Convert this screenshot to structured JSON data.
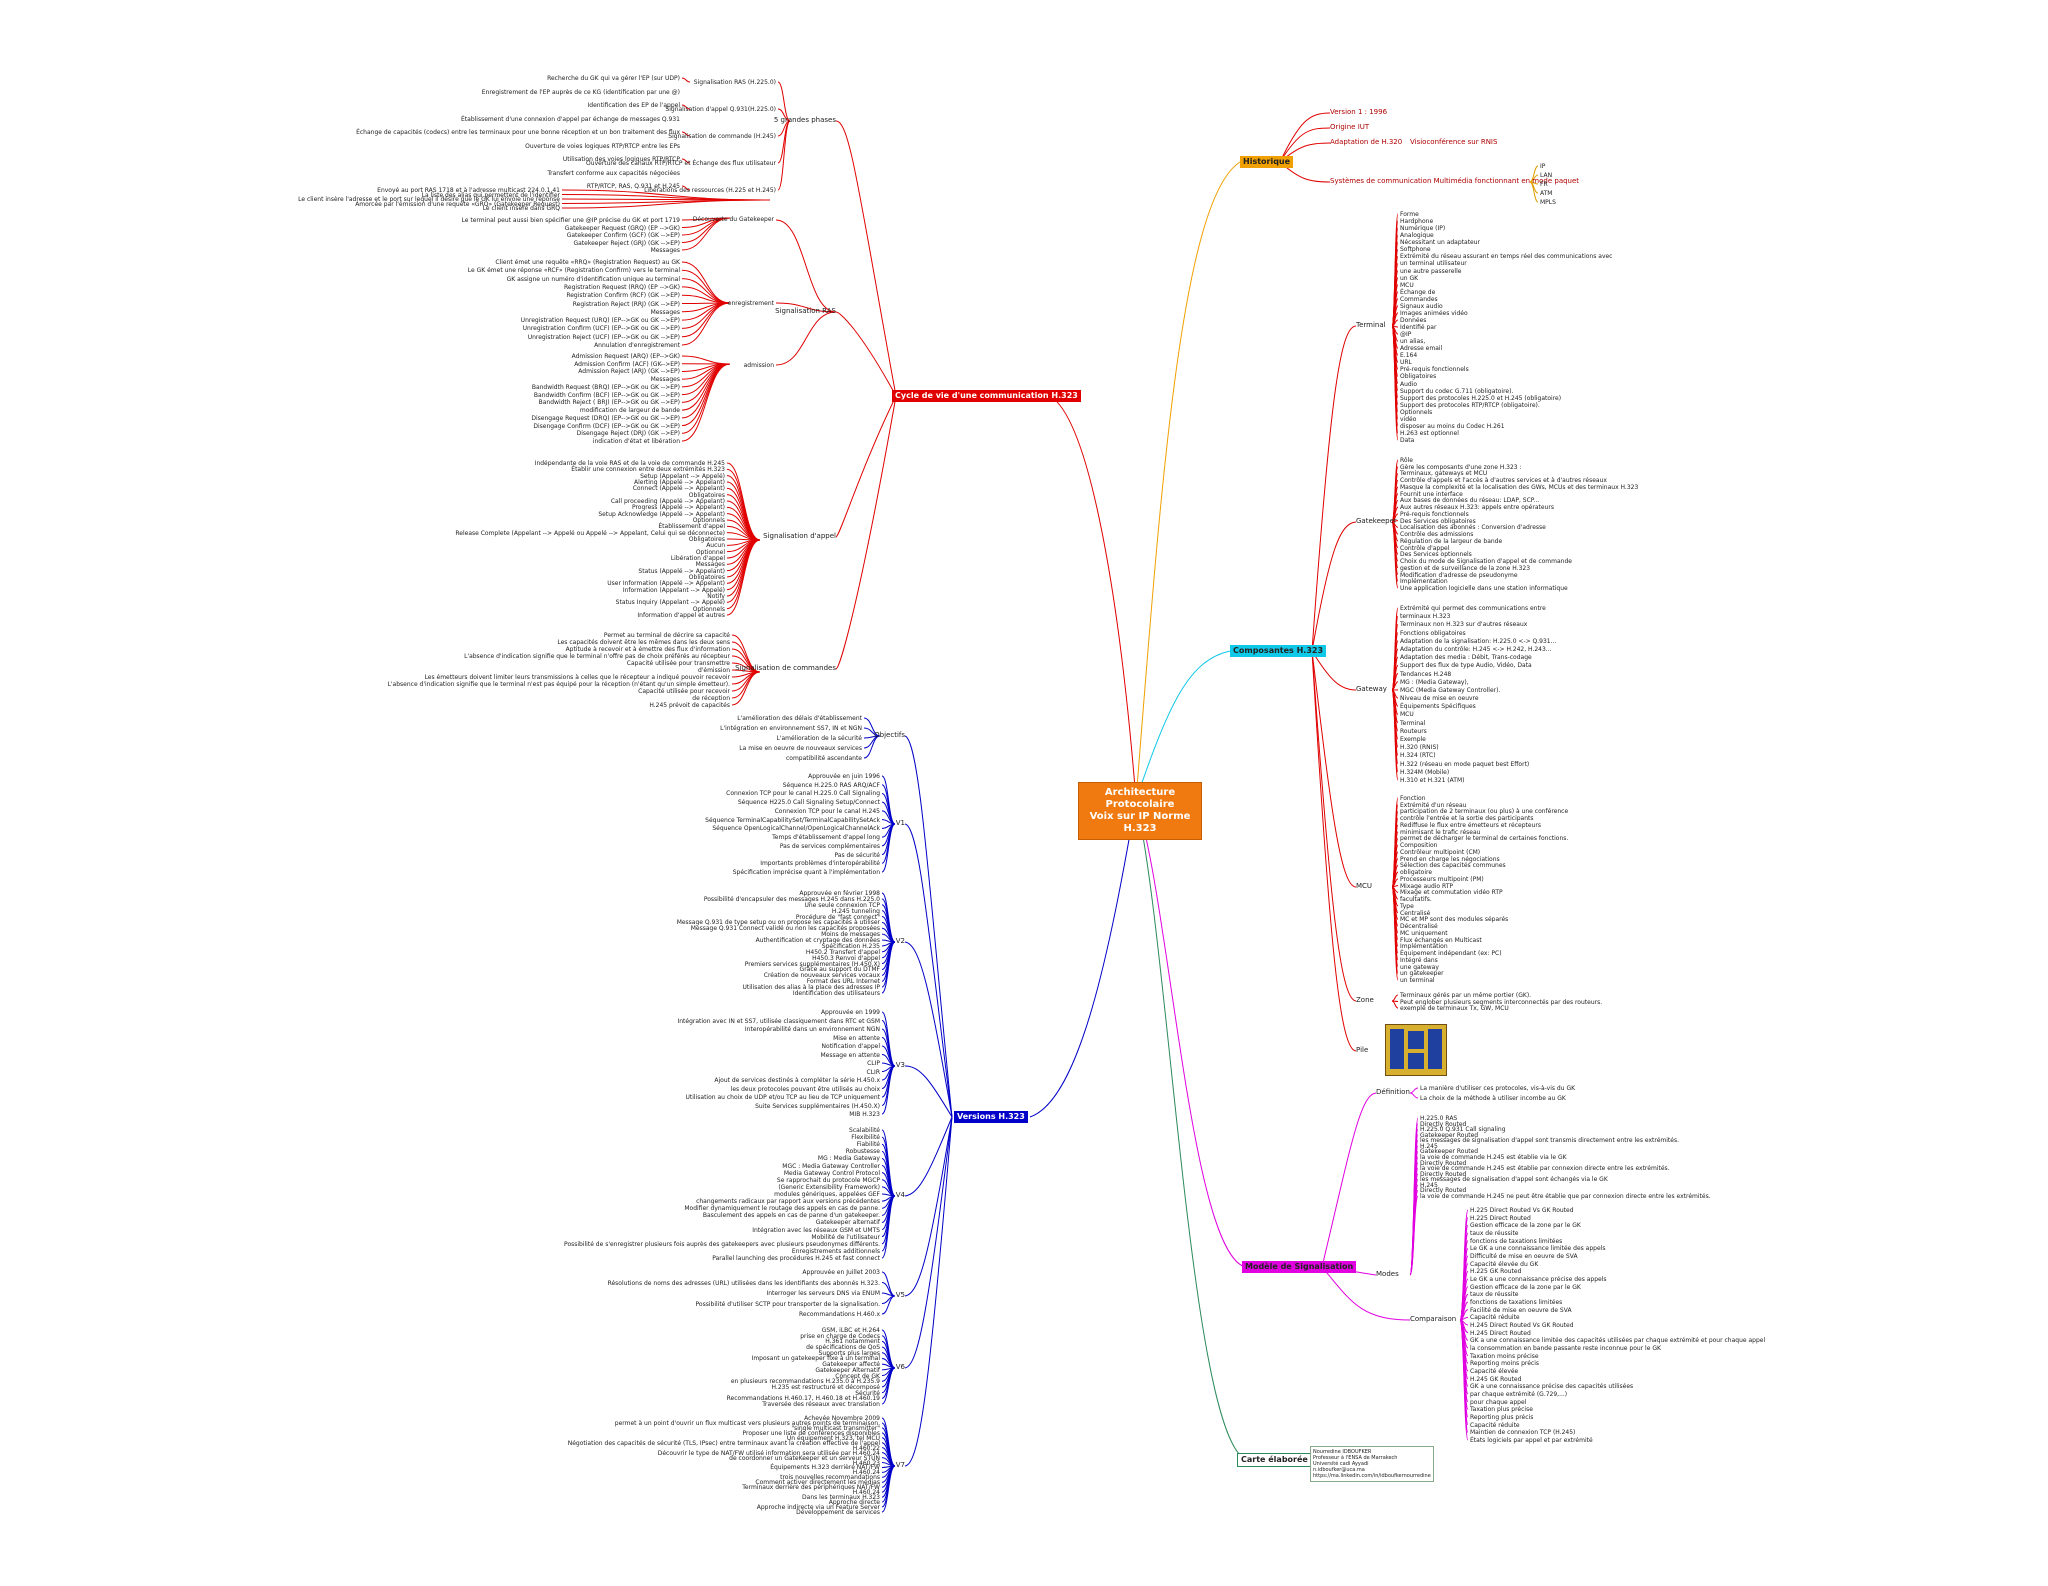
{
  "root": "Architecture Protocolaire\nVoix sur IP Norme H.323",
  "branches": {
    "cycle": "Cycle de vie d'une communication H.323",
    "versions": "Versions H.323",
    "historique": "Historique",
    "composantes": "Composantes H.323",
    "modele": "Modèle de Signalisation",
    "carte": "Carte élaborée par"
  },
  "cycle": {
    "phases": "5 grandes phases",
    "phases_items": [
      [
        "Recherche du GK qui va gérer l'EP (sur UDP)",
        "Signalisation RAS (H.225.0)"
      ],
      [
        "Enregistrement de l'EP auprès de ce KG (identification par une @)",
        ""
      ],
      [
        "Identification des EP de l'appel",
        "Signalisation d'appel Q.931(H.225.0)"
      ],
      [
        "Établissement d'une connexion d'appel par échange de messages Q.931",
        ""
      ],
      [
        "Échange de capacités (codecs) entre les terminaux pour une bonne réception et un bon traitement des flux",
        "Signalisation de commande (H.245)"
      ],
      [
        "Ouverture de voies logiques RTP/RTCP entre les EPs",
        ""
      ],
      [
        "Utilisation des voies logiques RTP/RTCP",
        "Ouverture des canaux RTP/RTCP et Échange des flux utilisateur"
      ],
      [
        "Transfert conforme aux capacités négociées",
        ""
      ],
      [
        "RTP/RTCP, RAS, Q.931 et H.245",
        "Libérations des ressources (H.225 et H.245)"
      ]
    ],
    "ras": "Signalisation RAS",
    "ras_top": [
      "Envoyé au port RAS 1718 et à l'adresse multicast 224.0.1.41",
      "La liste des alias qui permettent de l'identifier",
      "Le client insère l'adresse et le port sur lequel il désire que le GK lui envoie une réponse",
      "Amorcée par l'émission d'une requête «GRQ» (Gatekeeper Request)",
      "Le client insère dans GRQ"
    ],
    "decouverte": "Découverte du Gatekeeper",
    "decouverte_items": [
      "Le terminal peut aussi bien spécifier une @IP précise du GK et port 1719",
      "Gatekeeper Request (GRQ) (EP -->GK)",
      "Gatekeeper Confirm (GCF) (GK -->EP)",
      "Gatekeeper Reject (GRJ) (GK -->EP)",
      "Messages"
    ],
    "enregistrement": "enregistrement",
    "enregistrement_items": [
      "Client émet une requête «RRQ» (Registration Request) au GK",
      "Le GK émet une réponse «RCF» (Registration Confirm) vers le terminal",
      "GK assigne un numéro d'identification unique au terminal",
      "Registration Request (RRQ) (EP -->GK)",
      "Registration Confirm (RCF) (GK -->EP)",
      "Registration Reject (RRJ) (GK -->EP)",
      "Messages",
      "Unregistration Request (URQ) (EP-->GK ou GK -->EP)",
      "Unregistration Confirm (UCF) (EP-->GK ou GK -->EP)",
      "Unregistration Reject (UCF) (EP-->GK ou GK -->EP)",
      "Annulation d'enregistrement"
    ],
    "admission": "admission",
    "admission_items": [
      "Admission Request (ARQ) (EP-->GK)",
      "Admission Confirm (ACF) (GK-->EP)",
      "Admission Reject (ARJ) (GK -->EP)",
      "Messages",
      "Bandwidth Request (BRQ) (EP-->GK ou GK -->EP)",
      "Bandwidth Confirm (BCF) (EP-->GK ou GK -->EP)",
      "Bandwidth Reject ( BRJ) (EP-->GK ou GK -->EP)",
      "modification de largeur de bande",
      "Disengage Request (DRQ) (EP-->GK ou GK -->EP)",
      "Disengage Confirm (DCF) (EP-->GK ou GK -->EP)",
      "Disengage Reject (DRJ) (GK -->EP)",
      "indication d'état et libération"
    ],
    "appel": "Signalisation d'appel",
    "appel_items": [
      "Indépendante de la voie RAS et de la voie de commande H.245",
      "Établir une connexion entre deux extrémités H.323",
      "Setup (Appelant --> Appelé)",
      "Alerting (Appelé --> Appelant)",
      "Connect (Appelé --> Appelant)",
      "Obligatoires",
      "Call proceeding (Appelé --> Appelant)",
      "Progress (Appelé --> Appelant)",
      "Setup Acknowledge (Appelé --> Appelant)",
      "Optionnels",
      "Établissement d'appel",
      "Release Complete (Appelant --> Appelé ou Appelé --> Appelant, Celui qui se déconnecte)",
      "Obligatoires",
      "Aucun",
      "Optionnel",
      "Libération d'appel",
      "Messages",
      "Status (Appelé --> Appelant)",
      "Obligatoires",
      "User Information (Appelé --> Appelant)",
      "Information (Appelant --> Appelé)",
      "Notify",
      "Status Inquiry (Appelant --> Appelé)",
      "Optionnels",
      "Information d'appel et autres"
    ],
    "commandes": "Signalisation de commandes",
    "commandes_items": [
      "Permet au terminal de décrire sa capacité",
      "Les capacités doivent être les mêmes dans les deux sens",
      "Aptitude à recevoir et à émettre des flux d'information",
      "L'absence d'indication signifie que le terminal n'offre pas de choix préférés au récepteur",
      "Capacité utilisée pour transmettre",
      "d'émission",
      "Les émetteurs doivent limiter leurs transmissions à celles que le récepteur a indiqué pouvoir recevoir",
      "L'absence d'indication signifie que le terminal n'est pas équipé pour la réception (n'étant qu'un simple émetteur).",
      "Capacité utilisée pour recevoir",
      "de réception",
      "H.245 prévoit de capacités"
    ]
  },
  "versions": {
    "objectifs": "Objectifs",
    "objectifs_items": [
      "L'amélioration des délais d'établissement",
      "L'intégration en environnement SS7, IN et NGN",
      "L'amélioration de la sécurité",
      "La mise en oeuvre de nouveaux services",
      "compatibilité ascendante"
    ],
    "v1": "V1",
    "v1_items": [
      "Approuvée en juin 1996",
      "Séquence H.225.0 RAS ARQ/ACF",
      "Connexion TCP pour le canal H.225.0 Call Signaling",
      "Séquence H225.0 Call Signaling Setup/Connect",
      "Connexion TCP pour le canal H.245",
      "Séquence TerminalCapabilitySet/TerminalCapabilitySetAck",
      "Séquence OpenLogicalChannel/OpenLogicalChannelAck",
      "Temps d'établissement d'appel long",
      "Pas de services complémentaires",
      "Pas de sécurité",
      "Importants problèmes d'interopérabilité",
      "Spécification imprécise quant à l'implémentation"
    ],
    "v2": "V2",
    "v2_items": [
      "Approuvée en février 1998",
      "Possibilité d'encapsuler des messages H.245 dans H.225.0",
      "Une seule connexion TCP",
      "H.245 tunneling",
      "Procédure de \"fast connect\"",
      "Message Q.931 de type setup ou on propose les capacités à utiliser",
      "Message Q.931 Connect validé ou non les capacités proposées",
      "Moins de messages",
      "Authentification et cryptage des données",
      "Spécification H.235",
      "H450.2 Transfert d'appel",
      "H450.3 Renvoi d'appel",
      "Premiers services supplémentaires (H.450.X)",
      "Grâce au support du DTMF",
      "Création de nouveaux services vocaux",
      "Format des URL Internet",
      "Utilisation des alias à la place des adresses IP",
      "Identification des utilisateurs"
    ],
    "v3": "V3",
    "v3_items": [
      "Approuvée en 1999",
      "Intégration avec IN et SS7, utilisée classiquement dans RTC et GSM",
      "Interopérabilité dans un environnement NGN",
      "Mise en attente",
      "Notification d'appel",
      "Message en attente",
      "CLIP",
      "CLIR",
      "Ajout de services destinés à compléter la série H.450.x",
      "les deux protocoles pouvant être utilisés au choix",
      "Utilisation au choix de UDP et/ou TCP au lieu de TCP uniquement",
      "Suite Services supplémentaires (H.450.X)",
      "MIB H.323"
    ],
    "v4": "V4",
    "v4_items": [
      "Scalabilité",
      "Flexibilité",
      "Fiabilité",
      "Robustesse",
      "MG : Media Gateway",
      "MGC : Media Gateway Controller",
      "Media Gateway Control Protocol",
      "Se rapprochait du protocole MGCP",
      "(Generic Extensibility Framework)",
      "modules génériques, appelées GEF",
      "changements radicaux par rapport aux versions précédentes",
      "Modifier dynamiquement le routage des appels en cas de panne.",
      "Basculement des appels en cas de panne d'un gatekeeper.",
      "Gatekeeper alternatif",
      "Intégration avec les réseaux GSM et UMTS",
      "Mobilité de l'utilisateur",
      "Possibilité de s'enregistrer plusieurs fois auprès des gatekeepers avec plusieurs pseudonymes différents.",
      "Enregistrements additionnels",
      "Parallel launching des procédures H.245 et fast connect"
    ],
    "v5": "V5",
    "v5_items": [
      "Approuvée en Juillet 2003",
      "Résolutions de noms des adresses (URL) utilisées dans les identifiants des abonnés H.323.",
      "Interroger les serveurs DNS via ENUM",
      "Possibilité d'utiliser SCTP pour transporter de la signalisation.",
      "Recommandations H.460.x"
    ],
    "v6": "V6",
    "v6_items": [
      "GSM, iLBC et H.264",
      "prise en charge de Codecs",
      "H.361 notamment",
      "de spécifications de QoS",
      "Supports plus larges",
      "Imposant un gatekeeper fixe à un terminal",
      "Gatekeeper affecté",
      "Gatekeeper Alternatif",
      "Concept de GK",
      "en plusieurs recommandations H.235.0 à H.235.9",
      "H.235 est restructuré et décomposé",
      "Sécurité",
      "Recommandations H.460.17, H.460.18 et H.460.19",
      "Traversée des réseaux avec translation"
    ],
    "v7": "V7",
    "v7_items": [
      "Achevée Novembre 2009",
      "permet à un point d'ouvrir un flux multicast vers plusieurs autres points de terminaison.",
      "\"single multicast transmitter\"",
      "Proposer une liste de conférences disponibles",
      "Un équipement H.323, tel MCU",
      "Négotiation des capacités de sécurité (TLS, IPsec) entre terminaux avant la création effective de l'appel",
      "H.460.22",
      "Découvrir le type de NAT/FW utilisé information sera utilisée par H.460.24",
      "de coordonner un GateKeeper et un serveur STUN",
      "H.460.23",
      "Équipements H.323 derrière NAT/FW",
      "H.460.24",
      "trois nouvelles recommandations",
      "Comment activer directement les médias",
      "Terminaux derrière des périphériques NAT/FW",
      "H.460.24",
      "Dans les terminaux H.323",
      "Approche directe",
      "Approche indirecte via un Feature Server",
      "Développement de services"
    ]
  },
  "historique": {
    "items": [
      "Version 1 : 1996",
      "Origine IUT",
      "Adaptation de H.320",
      "Visioconférence sur RNIS",
      "Systèmes de communication Multimédia fonctionnant en mode paquet"
    ],
    "reseaux": [
      "IP",
      "LAN",
      "FR",
      "ATM",
      "MPLS"
    ]
  },
  "composantes": {
    "terminal": "Terminal",
    "terminal_items": [
      "Forme",
      "Hardphone",
      "Numérique (IP)",
      "Analogique",
      "Nécessitant un adaptateur",
      "Softphone",
      "Extrémité du réseau assurant en temps réel des communications avec",
      "un terminal utilisateur",
      "une autre passerelle",
      "un GK",
      "MCU",
      "Échange de",
      "Commandes",
      "Signaux audio",
      "Images animées vidéo",
      "Données",
      "Identifié par",
      "@IP",
      "un alias,",
      "Adresse email",
      "E.164",
      "URL",
      "Pré-requis fonctionnels",
      "Obligatoires",
      "Audio",
      "Support du codec G.711 (obligatoire).",
      "Support des protocoles H.225.0 et H.245 (obligatoire)",
      "Support des protocoles RTP/RTCP (obligatoire).",
      "Optionnels",
      "vidéo",
      "disposer au moins du Codec H.261",
      "H.263 est optionnel",
      "Data"
    ],
    "gatekeeper": "Gatekeeper",
    "gatekeeper_items": [
      "Rôle",
      "Gère les composants d'une zone H.323 :",
      "Terminaux, gateways et MCU",
      "Contrôle d'appels et l'accès à d'autres services et à d'autres réseaux",
      "Masque la complexité et la localisation des GWs, MCUs et des terminaux H.323",
      "Fournit une interface",
      "Aux bases de données du réseau: LDAP, SCP...",
      "Aux autres réseaux H.323: appels entre opérateurs",
      "Pré-requis fonctionnels",
      "Des Services obligatoires",
      "Localisation des abonnés : Conversion d'adresse",
      "Contrôle des admissions",
      "Régulation de la largeur de bande",
      "Contrôle d'appel",
      "Des Services optionnels",
      "Choix du mode de Signalisation d'appel et de commande",
      "gestion et de surveillance de la zone H.323",
      "Modification d'adresse de pseudonyme",
      "Implémentation",
      "Une application logicielle dans une station informatique"
    ],
    "gateway": "Gateway",
    "gateway_items": [
      "Extrémité qui permet des communications entre",
      "terminaux H.323",
      "Terminaux non H.323 sur d'autres réseaux",
      "Fonctions obligatoires",
      "Adaptation de la signalisation: H.225.0 <-> Q.931...",
      "Adaptation du contrôle: H.245 <-> H.242, H.243...",
      "Adaptation des media : Débit, Trans-codage",
      "Support des flux de type Audio, Vidéo, Data",
      "Tendances H.248",
      "MG : (Media Gateway),",
      "MGC (Media Gateway Controller).",
      "Niveau de mise en oeuvre",
      "Équipements Spécifiques",
      "MCU",
      "Terminal",
      "Routeurs",
      "Exemple",
      "H.320 (RNIS)",
      "H.324 (RTC)",
      "H.322 (réseau en mode paquet best Effort)",
      "H.324M (Mobile)",
      "H.310 et H.321 (ATM)"
    ],
    "mcu": "MCU",
    "mcu_items": [
      "Fonction",
      "Extrémité d'un réseau",
      "participation de 2 terminaux (ou plus) à une conférence",
      "contrôle l'entrée et la sortie des participants",
      "Rediffuse le flux entre émetteurs et récepteurs",
      "minimisant le trafic réseau",
      "permet de décharger le terminal de certaines fonctions.",
      "Composition",
      "Contrôleur multipoint (CM)",
      "Prend en charge les négociations",
      "Sélection des capacités communes",
      "obligatoire",
      "Processeurs multipoint (PM)",
      "Mixage audio RTP",
      "Mixage et commutation vidéo RTP",
      "facultatifs.",
      "Type",
      "Centralisé",
      "MC et MP sont des modules séparés",
      "Décentralisé",
      "MC uniquement",
      "Flux échangés en Multicast",
      "Implémentation",
      "Équipement indépendant (ex: PC)",
      "Intégré dans",
      "une gateway",
      "un gatekeeper",
      "un terminal"
    ],
    "zone": "Zone",
    "zone_items": [
      "Terminaux gérés par un même portier (GK).",
      "Peut englober plusieurs segments interconnectés par des routeurs.",
      "exemple de terminaux Tx, GW, MCU"
    ],
    "pile": "Pile"
  },
  "modele": {
    "definition": "Définition",
    "definition_items": [
      "La manière d'utiliser ces protocoles, vis-à-vis du GK",
      "La choix de la méthode à utiliser incombe au GK"
    ],
    "modes": "Modes",
    "modes_items": [
      "H.225.0 RAS",
      "Directly Routed",
      "H.225.0 Q.931 Call signaling",
      "Gatekeeper Routed",
      "les messages de signalisation d'appel sont transmis directement entre les extrémités.",
      "H.245",
      "Gatekeeper Routed",
      "la voie de commande H.245 est établie via le GK",
      "Directly Routed",
      "la voie de commande H.245 est établie par connexion directe entre les extrémités.",
      "Directly Routed",
      "les messages de signalisation d'appel sont échangés via le GK",
      "H.245",
      "Directly Routed",
      "la voie de commande H.245 ne peut être établie que par connexion directe entre les extrémités."
    ],
    "comparaison": "Comparaison",
    "comparaison_items": [
      "H.225 Direct Routed Vs GK Routed",
      "H.225 Direct Routed",
      "Gestion efficace de la zone par le GK",
      "taux de réussite",
      "fonctions de taxations limitées",
      "Le GK a une connaissance limitée des appels",
      "Difficulté de mise en oeuvre de SVA",
      "Capacité élevée du GK",
      "H.225 GK Routed",
      "Le GK a une connaissance précise des appels",
      "Gestion efficace de la zone par le GK",
      "taux de réussite",
      "fonctions de taxations limitées",
      "Facilité de mise en oeuvre de SVA",
      "Capacité réduite",
      "H.245 Direct Routed Vs GK Routed",
      "H.245 Direct Routed",
      "GK a une connaissance limitée des capacités utilisées par chaque extrémité et pour chaque appel",
      "la consommation en bande passante reste inconnue pour le GK",
      "Taxation moins précise",
      "Reporting moins précis",
      "Capacité élevée",
      "H.245 GK Routed",
      "GK a une connaissance précise des capacités utilisées",
      "par chaque extrémité (G.729,...)",
      "pour chaque appel",
      "Taxation plus précise",
      "Reporting plus précis",
      "Capacité réduite",
      "Maintien de connexion TCP (H.245)",
      "États logiciels par appel et par extrémité"
    ]
  },
  "carte": {
    "lines": [
      "Nourredine IDBOUFKER",
      "Professeur à l'ENSA de Marrakech",
      "Université cadi Ayyadi",
      "n.idboufker@uca.ma",
      "https://ma.linkedin.com/in/idboufkernourredine"
    ]
  },
  "colors": {
    "red": "#e00000",
    "blue": "#0000c8",
    "orange": "#f0a000",
    "cyan": "#10c8e8",
    "magenta": "#e000e0",
    "teal": "#2a8a5a",
    "root": "#f07a10"
  }
}
